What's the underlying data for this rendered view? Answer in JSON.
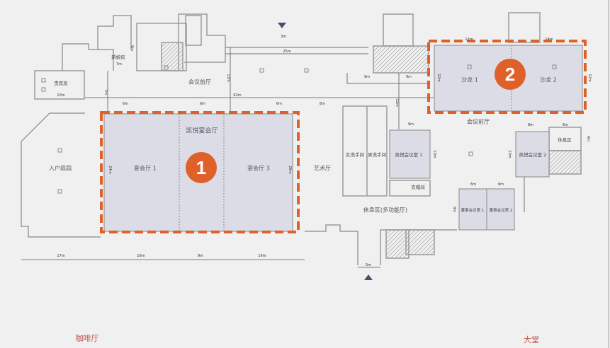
{
  "colors": {
    "highlight": "#e0602a",
    "room_fill": "#dcdce6",
    "wall": "#9a9a9a",
    "background": "#f0f0f0",
    "outside_label": "#c0504d",
    "entrance_marker": "#4a4e6e"
  },
  "badges": {
    "one": "1",
    "two": "2"
  },
  "rooms": {
    "banquet_hall": "凯悦宴会厅",
    "banquet_1": "宴会厅 1",
    "banquet_3": "宴会厅 3",
    "foyer_left": "会议前厅",
    "foyer_right": "会议前厅",
    "garden": "入户庭园",
    "art_hall": "艺术厅",
    "vip_room": "贵宾房",
    "bridal_room": "新娘房",
    "salon_1": "沙龙 1",
    "salon_2": "沙龙 2",
    "lounge": "休息区",
    "meeting_1": "凯悦会议室 1",
    "meeting_2": "凯悦会议室 2",
    "womens_wc": "女洗手间",
    "mens_wc": "男洗手间",
    "cloakroom": "衣帽间",
    "multi_lounge": "休息区(多功能厅)",
    "board_1": "董事会议室 1",
    "board_2": "董事会议室 2",
    "cafe": "咖啡厅",
    "lobby": "大堂"
  },
  "dimensions": [
    "3m",
    "25m",
    "13m",
    "7m",
    "62m",
    "10m",
    "7m",
    "9m",
    "6m",
    "6m",
    "6m",
    "8m",
    "9m",
    "9m",
    "12m",
    "9m",
    "10m",
    "24m",
    "26m",
    "17m",
    "16m",
    "9m",
    "16m",
    "5m",
    "6m",
    "6m",
    "8m",
    "8m",
    "6m",
    "10m",
    "12m",
    "12m",
    "12m",
    "14m",
    "4m"
  ]
}
